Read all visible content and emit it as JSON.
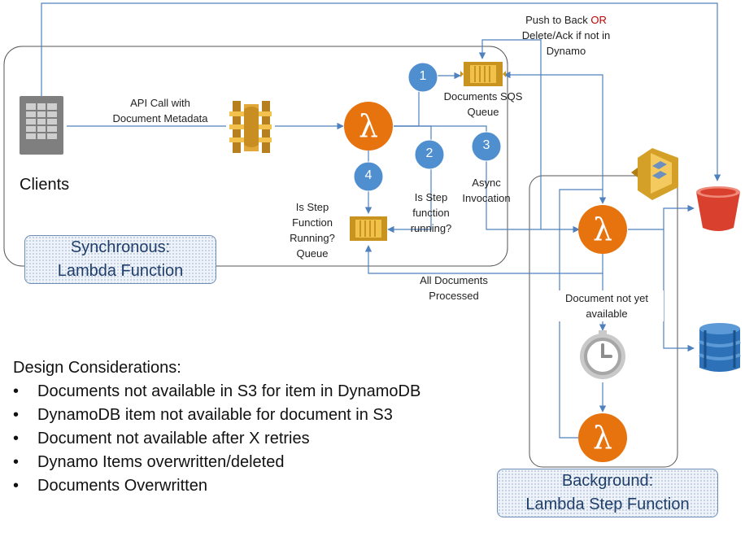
{
  "labels": {
    "clients": "Clients",
    "api_call_1": "API Call with",
    "api_call_2": "Document  Metadata",
    "push_back_1": "Push to Back ",
    "push_back_or": "OR",
    "push_back_2": "Delete/Ack if not in",
    "push_back_3": "Dynamo",
    "documents_sqs_1": "Documents SQS",
    "documents_sqs_2": "Queue",
    "badge_1": "1",
    "badge_2": "2",
    "badge_3": "3",
    "badge_4": "4",
    "step_running_q_1": "Is Step",
    "step_running_q_2": "function",
    "step_running_q_3": "running?",
    "async_1": "Async",
    "async_2": "Invocation",
    "step_queue_1": "Is Step",
    "step_queue_2": "Function",
    "step_queue_3": "Running?",
    "step_queue_4": "Queue",
    "all_docs_1": "All Documents",
    "all_docs_2": "Processed",
    "not_avail_1": "Document  not yet",
    "not_avail_2": "available",
    "sync_panel_1": "Synchronous:",
    "sync_panel_2": "Lambda Function",
    "bg_panel_1": "Background:",
    "bg_panel_2": "Lambda Step Function"
  },
  "considerations": {
    "title": "Design Considerations:",
    "items": [
      "Documents not available in S3 for item in DynamoDB",
      "DynamoDB item not available for document in S3",
      "Document not available after X retries",
      "Dynamo Items overwritten/deleted",
      "Documents Overwritten"
    ]
  },
  "colors": {
    "arrow": "#4f81bd",
    "lambda_orange": "#e7730f",
    "badge_blue": "#4f8fd0",
    "sqs_gold": "#d4a028",
    "s3_red": "#d9402e",
    "dynamo_blue": "#2d72b8",
    "text_red": "#c00000"
  },
  "icons": [
    "server-icon",
    "api-gateway-icon",
    "lambda-icon",
    "sqs-queue-icon",
    "step-functions-icon",
    "s3-bucket-icon",
    "dynamodb-icon",
    "clock-icon"
  ]
}
